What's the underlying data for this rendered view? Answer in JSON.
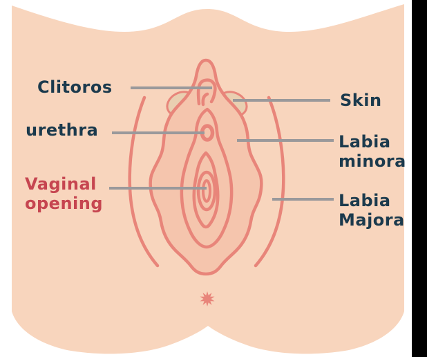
{
  "diagram": {
    "type": "vulva-anatomy-diagram",
    "labels": {
      "clitoros": "Clitoros",
      "urethra": "urethra",
      "vaginal_opening": "Vaginal opening",
      "skin": "Skin",
      "labia_minora": "Labia minora",
      "labia_majora": "Labia Majora"
    },
    "markers": {
      "anus_marker": "asterisk-star"
    },
    "colors": {
      "background": "#ffffff",
      "body_skin": "#f8d5bd",
      "vulva_fill": "#f5c5ad",
      "outline_salmon": "#e8857a",
      "skin_fold_beige": "#e9cfb1",
      "leader_line_gray": "#9a999b",
      "label_navy": "#1b3a4d",
      "label_red": "#c64550",
      "right_bar_black": "#000000"
    }
  }
}
